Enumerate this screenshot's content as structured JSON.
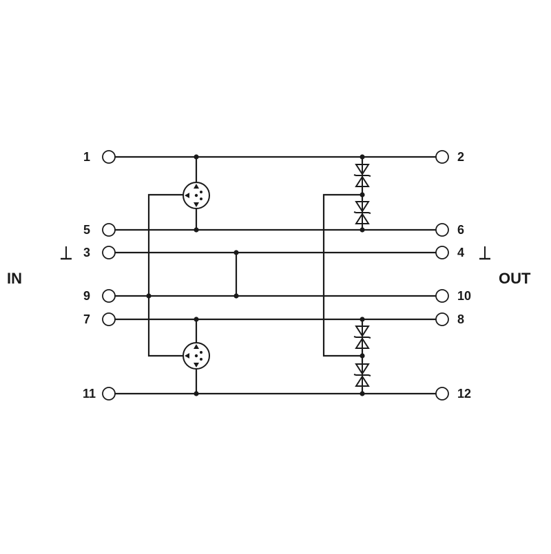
{
  "labels": {
    "in": "IN",
    "out": "OUT"
  },
  "terminals": {
    "t1": "1",
    "t2": "2",
    "t5": "5",
    "t6": "6",
    "t3": "3",
    "t4": "4",
    "t9": "9",
    "t10": "10",
    "t7": "7",
    "t8": "8",
    "t11": "11",
    "t12": "12"
  },
  "icons": {
    "ground": "ground-icon",
    "gas_discharge_tube": "gas-discharge-tube-icon",
    "tvs_diode": "tvs-diode-icon"
  }
}
